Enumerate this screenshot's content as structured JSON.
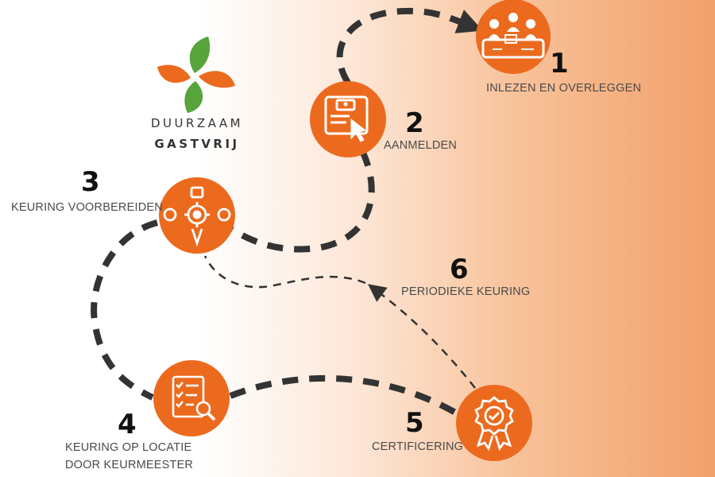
{
  "logo": {
    "line1": "DUURZAAM",
    "line2": "GASTVRIJ"
  },
  "colors": {
    "accent_orange": "#ec6a1e",
    "leaf_green": "#56a43a",
    "leaf_orange": "#ec6a1e",
    "path_dark": "#333333"
  },
  "steps": [
    {
      "number": "1",
      "label": "INLEZEN EN OVERLEGGEN",
      "icon": "meeting-icon"
    },
    {
      "number": "2",
      "label": "AANMELDEN",
      "icon": "register-screen-icon"
    },
    {
      "number": "3",
      "label": "KEURING VOORBEREIDEN",
      "icon": "ideas-gear-icon"
    },
    {
      "number": "4",
      "label_line1": "KEURING OP LOCATIE",
      "label_line2": "DOOR KEURMEESTER",
      "icon": "checklist-inspection-icon"
    },
    {
      "number": "5",
      "label": "CERTIFICERING",
      "icon": "certificate-badge-icon"
    },
    {
      "number": "6",
      "label": "PERIODIEKE KEURING",
      "icon": ""
    }
  ]
}
